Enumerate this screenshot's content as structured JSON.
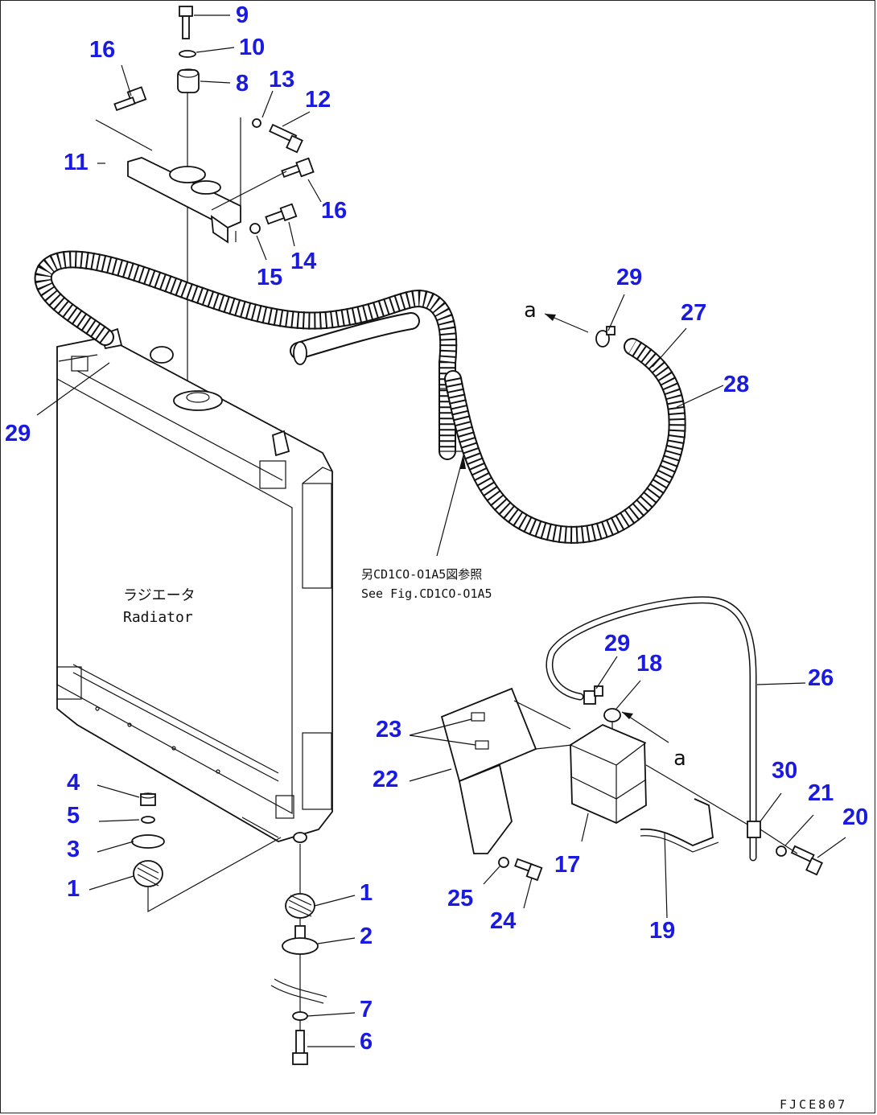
{
  "diagram": {
    "callouts": [
      {
        "id": "c9",
        "text": "9"
      },
      {
        "id": "c10",
        "text": "10"
      },
      {
        "id": "c16a",
        "text": "16"
      },
      {
        "id": "c8",
        "text": "8"
      },
      {
        "id": "c13",
        "text": "13"
      },
      {
        "id": "c12",
        "text": "12"
      },
      {
        "id": "c11",
        "text": "11"
      },
      {
        "id": "c16b",
        "text": "16"
      },
      {
        "id": "c14",
        "text": "14"
      },
      {
        "id": "c15",
        "text": "15"
      },
      {
        "id": "c29a",
        "text": "29"
      },
      {
        "id": "c27",
        "text": "27"
      },
      {
        "id": "c28",
        "text": "28"
      },
      {
        "id": "c29b",
        "text": "29"
      },
      {
        "id": "c29c",
        "text": "29"
      },
      {
        "id": "c18",
        "text": "18"
      },
      {
        "id": "c26",
        "text": "26"
      },
      {
        "id": "c23",
        "text": "23"
      },
      {
        "id": "c22",
        "text": "22"
      },
      {
        "id": "c30",
        "text": "30"
      },
      {
        "id": "c21",
        "text": "21"
      },
      {
        "id": "c20",
        "text": "20"
      },
      {
        "id": "c4",
        "text": "4"
      },
      {
        "id": "c5",
        "text": "5"
      },
      {
        "id": "c3",
        "text": "3"
      },
      {
        "id": "c1a",
        "text": "1"
      },
      {
        "id": "c1b",
        "text": "1"
      },
      {
        "id": "c2",
        "text": "2"
      },
      {
        "id": "c17",
        "text": "17"
      },
      {
        "id": "c25",
        "text": "25"
      },
      {
        "id": "c24",
        "text": "24"
      },
      {
        "id": "c19",
        "text": "19"
      },
      {
        "id": "c7",
        "text": "7"
      },
      {
        "id": "c6",
        "text": "6"
      }
    ],
    "radiator_label_jp": "ラジエータ",
    "radiator_label_en": "Radiator",
    "ref_note_jp": "另CD1CO-O1A5図参照",
    "ref_note_en": "See Fig.CD1CO-O1A5",
    "arrow_label_a1": "a",
    "arrow_label_a2": "a",
    "drawing_code": "FJCE807"
  }
}
